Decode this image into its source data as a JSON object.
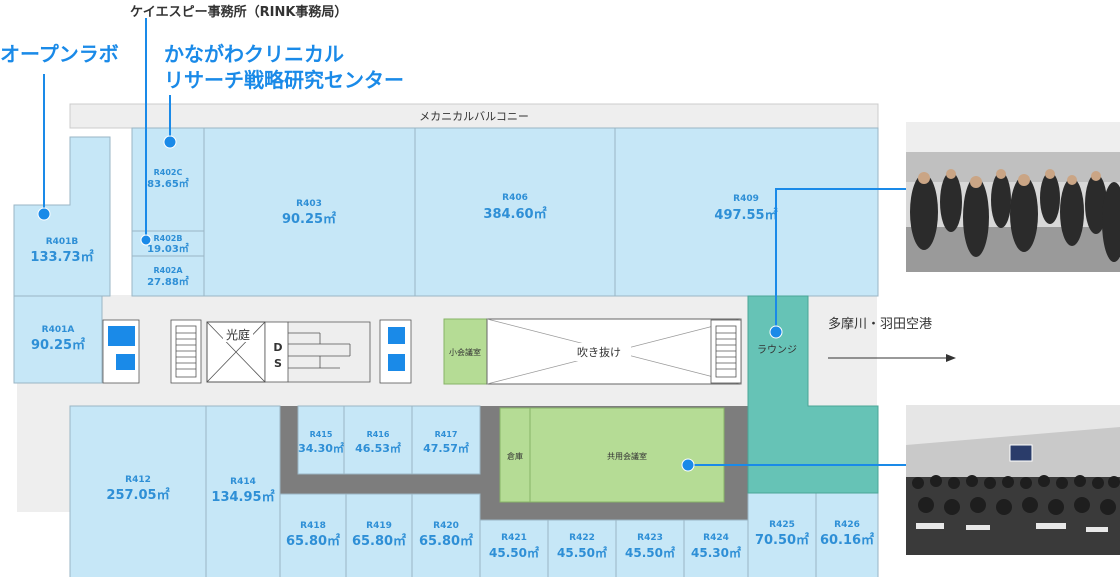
{
  "headings": {
    "kspi_office": "ケイエスピー事務所（RINK事務局）",
    "open_lab": "オープンラボ",
    "kanagawa_line1": "かながわクリニカル",
    "kanagawa_line2": "リサーチ戦略研究センター"
  },
  "labels": {
    "mechanical_balcony": "メカニカルバルコニー",
    "light_court": "光庭",
    "ds": "D\nS",
    "small_meeting_room": "小会議室",
    "atrium": "吹き抜け",
    "lounge": "ラウンジ",
    "storage": "倉庫",
    "shared_meeting_room": "共用会議室",
    "direction": "多摩川・羽田空港"
  },
  "rooms": [
    {
      "id": "R401B",
      "name": "R401B",
      "area": "133.73㎡"
    },
    {
      "id": "R401A",
      "name": "R401A",
      "area": "90.25㎡"
    },
    {
      "id": "R402C",
      "name": "R402C",
      "area": "83.65㎡"
    },
    {
      "id": "R402B",
      "name": "R402B",
      "area": "19.03㎡"
    },
    {
      "id": "R402A",
      "name": "R402A",
      "area": "27.88㎡"
    },
    {
      "id": "R403",
      "name": "R403",
      "area": "90.25㎡"
    },
    {
      "id": "R406",
      "name": "R406",
      "area": "384.60㎡"
    },
    {
      "id": "R409",
      "name": "R409",
      "area": "497.55㎡"
    },
    {
      "id": "R412",
      "name": "R412",
      "area": "257.05㎡"
    },
    {
      "id": "R414",
      "name": "R414",
      "area": "134.95㎡"
    },
    {
      "id": "R415",
      "name": "R415",
      "area": "34.30㎡"
    },
    {
      "id": "R416",
      "name": "R416",
      "area": "46.53㎡"
    },
    {
      "id": "R417",
      "name": "R417",
      "area": "47.57㎡"
    },
    {
      "id": "R418",
      "name": "R418",
      "area": "65.80㎡"
    },
    {
      "id": "R419",
      "name": "R419",
      "area": "65.80㎡"
    },
    {
      "id": "R420",
      "name": "R420",
      "area": "65.80㎡"
    },
    {
      "id": "R421",
      "name": "R421",
      "area": "45.50㎡"
    },
    {
      "id": "R422",
      "name": "R422",
      "area": "45.50㎡"
    },
    {
      "id": "R423",
      "name": "R423",
      "area": "45.50㎡"
    },
    {
      "id": "R424",
      "name": "R424",
      "area": "45.30㎡"
    },
    {
      "id": "R425",
      "name": "R425",
      "area": "70.50㎡"
    },
    {
      "id": "R426",
      "name": "R426",
      "area": "60.16㎡"
    }
  ],
  "colors": {
    "room": "#c6e7f7",
    "room_border": "#9ab5c4",
    "corridor": "#eeeeee",
    "dark_core": "#7d7d7d",
    "meeting": "#b5dc95",
    "lounge": "#66c3b6",
    "accent": "#1a8ae8",
    "room_text": "#2e8fd6",
    "pointer": "#1a8ae8"
  },
  "photos": [
    {
      "id": "networking-photo",
      "subject": "standing reception crowd"
    },
    {
      "id": "seminar-photo",
      "subject": "seated seminar audience"
    }
  ]
}
